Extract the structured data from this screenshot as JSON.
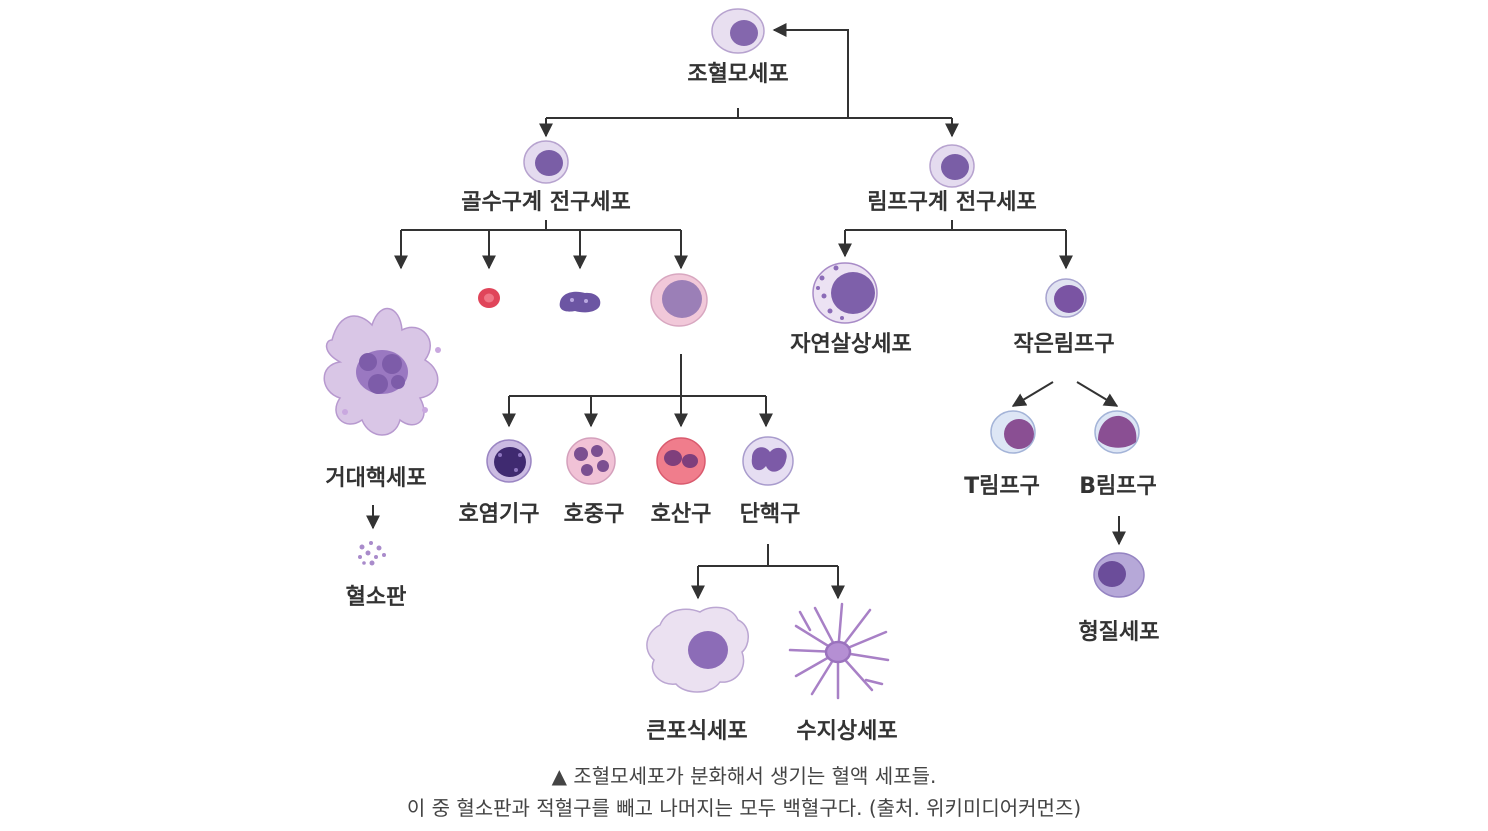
{
  "labels": {
    "hsc": "조혈모세포",
    "myeloid": "골수구계 전구세포",
    "lymphoid": "림프구계 전구세포",
    "megakaryocyte": "거대핵세포",
    "platelet": "혈소판",
    "basophil": "호염기구",
    "neutrophil": "호중구",
    "eosinophil": "호산구",
    "monocyte": "단핵구",
    "macrophage": "큰포식세포",
    "dendritic": "수지상세포",
    "nk": "자연살상세포",
    "small_lymph": "작은림프구",
    "t_cell": "T림프구",
    "b_cell": "B림프구",
    "plasma": "형질세포"
  },
  "caption": {
    "line1": "▲ 조혈모세포가 분화해서 생기는 혈액 세포들.",
    "line2": "이 중 혈소판과 적혈구를 빼고 나머지는 모두 백혈구다. (출처. 위키미디어커먼즈)"
  },
  "colors": {
    "line": "#333333",
    "nucleus": "#8a6cb0",
    "cytoplasm": "#e6dcef",
    "red_cell": "#e0455a",
    "eosinophil_cyto": "#f2a0a8"
  }
}
